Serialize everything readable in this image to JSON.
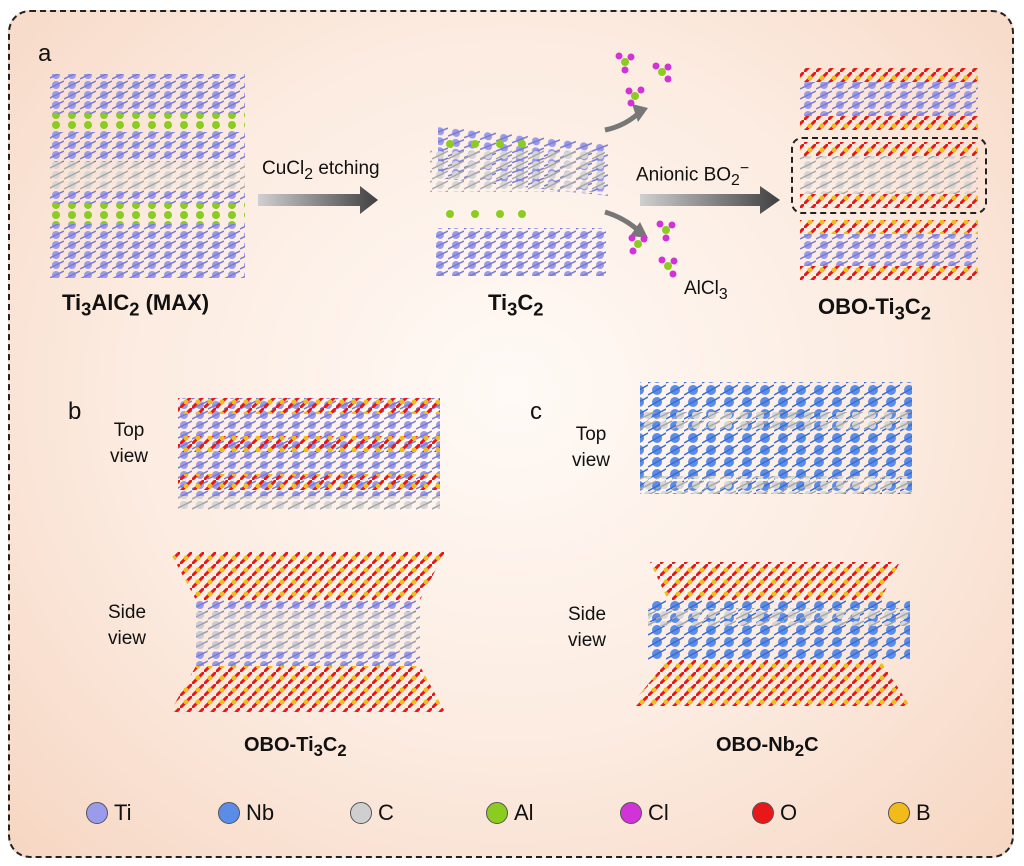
{
  "panels": {
    "a": "a",
    "b": "b",
    "c": "c"
  },
  "panel_a": {
    "max_label_pre": "Ti",
    "max_label_sub1": "3",
    "max_label_mid": "AlC",
    "max_label_sub2": "2",
    "max_label_post": " (MAX)",
    "etch_label_pre": "CuCl",
    "etch_label_sub": "2",
    "etch_label_post": " etching",
    "mxene_label_pre": "Ti",
    "mxene_label_sub1": "3",
    "mxene_label_mid": "C",
    "mxene_label_sub2": "2",
    "alcl3_pre": "AlCl",
    "alcl3_sub": "3",
    "anionic_pre": "Anionic BO",
    "anionic_sub": "2",
    "anionic_sup": "−",
    "obo_label_pre": "OBO-Ti",
    "obo_label_sub1": "3",
    "obo_label_mid": "C",
    "obo_label_sub2": "2"
  },
  "panel_b": {
    "top_view": [
      "Top",
      "view"
    ],
    "side_view": [
      "Side",
      "view"
    ],
    "caption_pre": "OBO-Ti",
    "caption_sub1": "3",
    "caption_mid": "C",
    "caption_sub2": "2"
  },
  "panel_c": {
    "top_view": [
      "Top",
      "view"
    ],
    "side_view": [
      "Side",
      "view"
    ],
    "caption_pre": "OBO-Nb",
    "caption_sub1": "2",
    "caption_mid": "C"
  },
  "legend": [
    {
      "label": "Ti",
      "color": "#9b9bec"
    },
    {
      "label": "Nb",
      "color": "#5b8de8"
    },
    {
      "label": "C",
      "color": "#cfcfcf"
    },
    {
      "label": "Al",
      "color": "#8ccc20"
    },
    {
      "label": "Cl",
      "color": "#d233d6"
    },
    {
      "label": "O",
      "color": "#e81818"
    },
    {
      "label": "B",
      "color": "#f2bb1a"
    }
  ]
}
